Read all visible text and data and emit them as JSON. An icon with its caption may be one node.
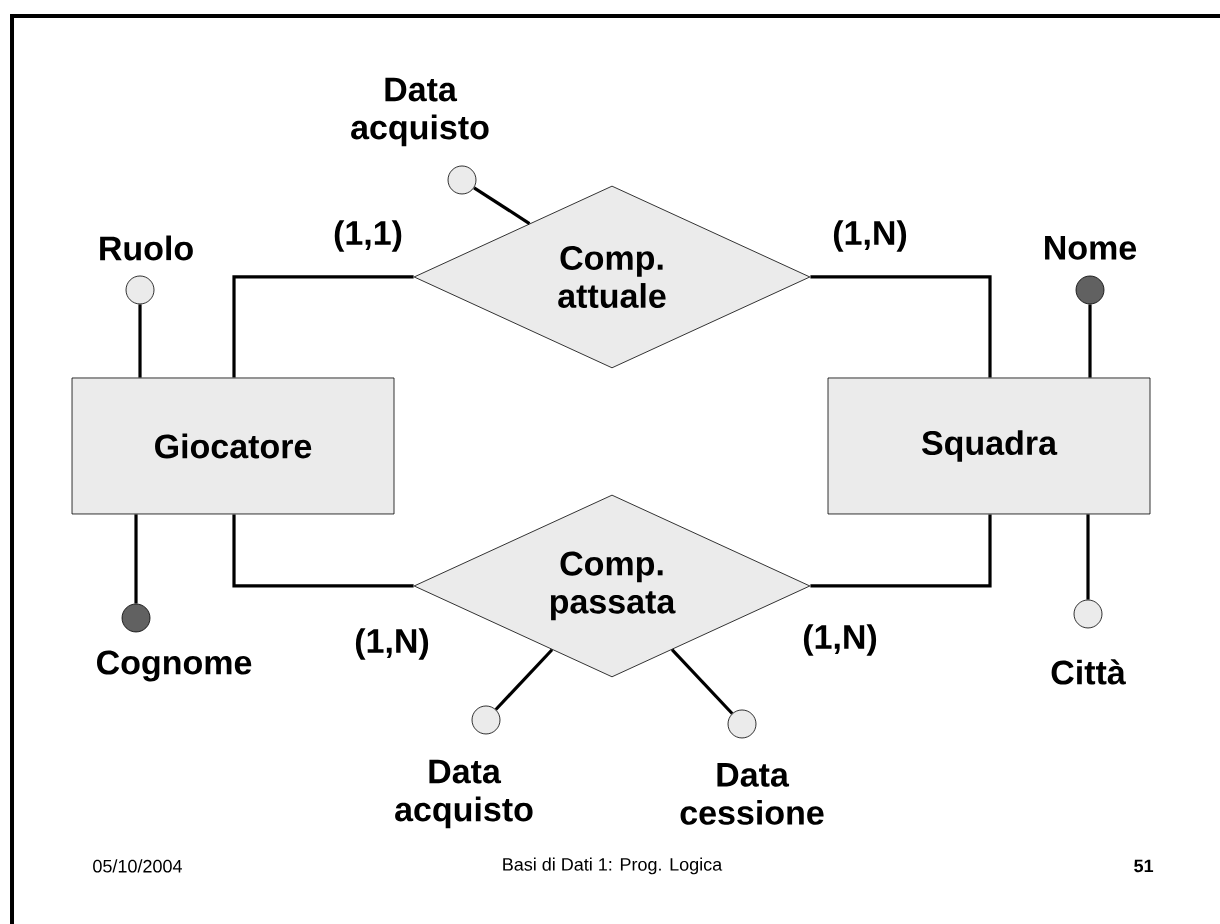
{
  "diagram": {
    "nodes": [
      {
        "text": [
          "Giocatore"
        ]
      },
      {
        "text": [
          "Squadra"
        ]
      },
      {
        "text": [
          "Comp. attuale"
        ]
      },
      {
        "text": [
          "Comp. passata"
        ]
      },
      {
        "text": [],
        "shape": "circle",
        "beside": [
          "Ruolo"
        ]
      },
      {
        "text": [],
        "shape": "dot",
        "beside": [
          "Cognome"
        ]
      },
      {
        "text": [],
        "shape": "dot",
        "beside": [
          "Nome"
        ]
      },
      {
        "text": [],
        "shape": "circle",
        "beside": [
          "Città"
        ]
      },
      {
        "text": [],
        "shape": "circle",
        "beside": [
          "Data acquisto"
        ]
      },
      {
        "text": [],
        "shape": "circle",
        "beside": [
          "Data acquisto"
        ]
      },
      {
        "text": [],
        "shape": "circle",
        "beside": [
          "Data cessione"
        ]
      }
    ],
    "edges": [
      {
        "from": 0,
        "to": 2,
        "arrow": "none",
        "label": "(1,1)"
      },
      {
        "from": 1,
        "to": 2,
        "arrow": "none",
        "label": "(1,N)"
      },
      {
        "from": 0,
        "to": 3,
        "arrow": "none",
        "label": "(1,N)"
      },
      {
        "from": 1,
        "to": 3,
        "arrow": "none",
        "label": "(1,N)"
      },
      {
        "from": 4,
        "to": 0,
        "arrow": "none"
      },
      {
        "from": 5,
        "to": 0,
        "arrow": "none"
      },
      {
        "from": 6,
        "to": 1,
        "arrow": "none"
      },
      {
        "from": 7,
        "to": 1,
        "arrow": "none"
      },
      {
        "from": 8,
        "to": 2,
        "arrow": "none"
      },
      {
        "from": 9,
        "to": 3,
        "arrow": "none"
      },
      {
        "from": 10,
        "to": 3,
        "arrow": "none"
      }
    ],
    "labels": [
      "05/10/2004",
      "Basi di Dati 1: Prog. Logica",
      "51"
    ]
  }
}
